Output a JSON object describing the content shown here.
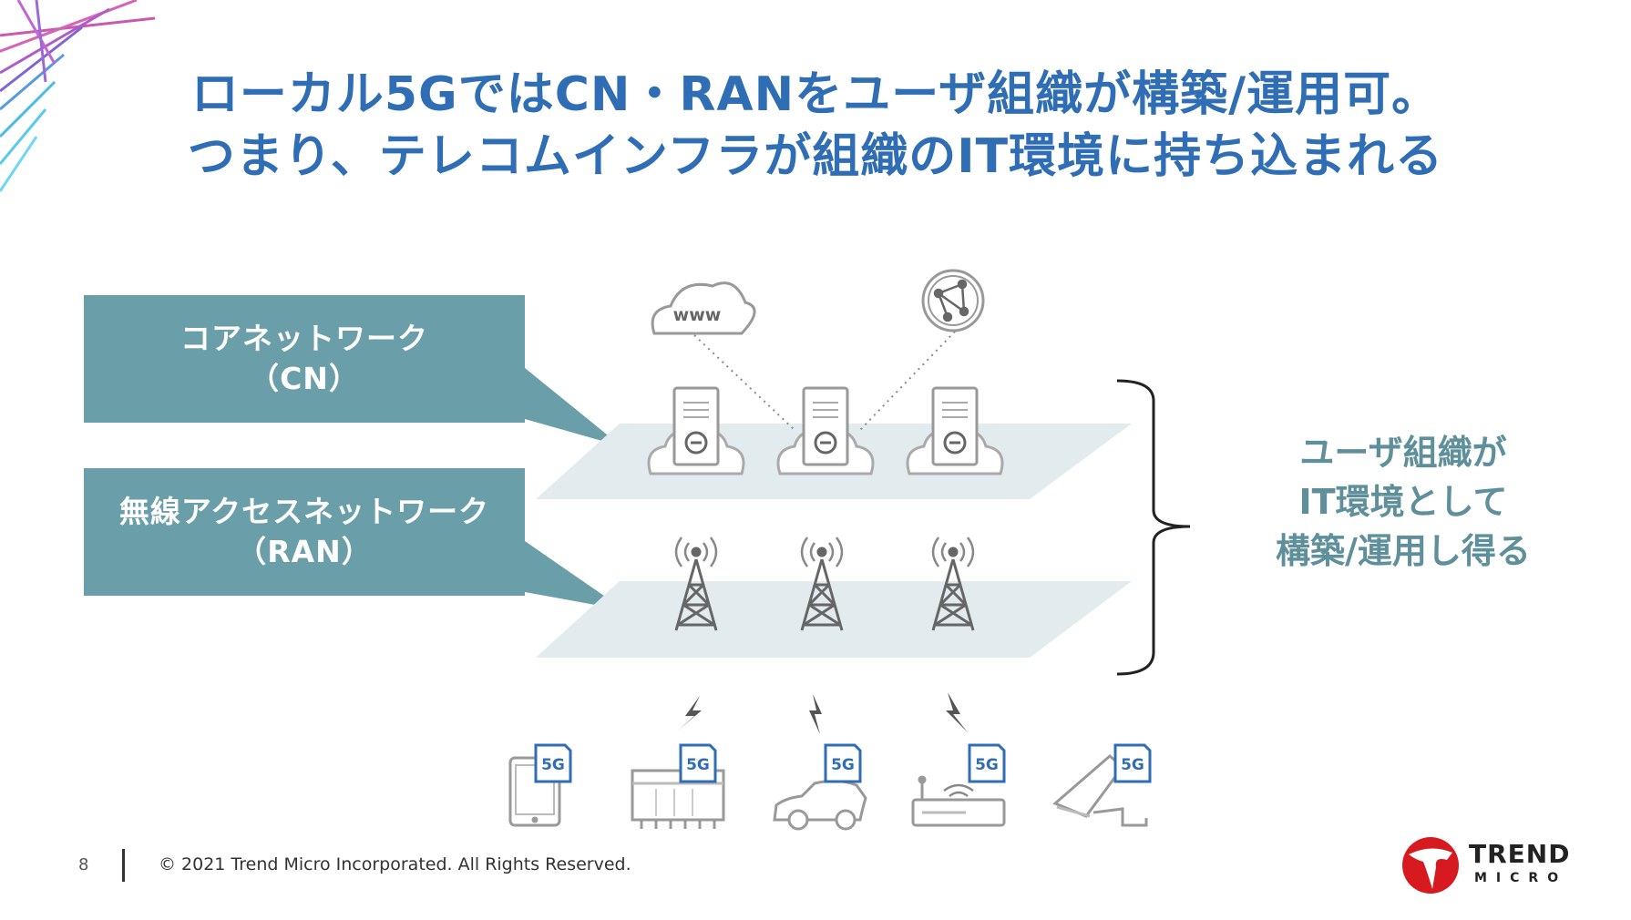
{
  "title": {
    "line1": "ローカル5GではCN・RANをユーザ組織が構築/運用可。",
    "line2": "つまり、テレコムインフラが組織のIT環境に持ち込まれる"
  },
  "labels": {
    "cn_line1": "コアネットワーク",
    "cn_line2": "（CN）",
    "ran_line1": "無線アクセスネットワーク",
    "ran_line2": "（RAN）"
  },
  "side_text": {
    "line1": "ユーザ組織が",
    "line2": "IT環境として",
    "line3": "構築/運用し得る"
  },
  "icons": {
    "cloud_text": "www",
    "sim_text": "5G"
  },
  "colors": {
    "title": "#2f6db5",
    "label_box": "#6a9ea9",
    "side_text": "#5e8f9a",
    "plane": "#e2ebee",
    "sim": "#2f6db5"
  },
  "footer": {
    "page_number": "8",
    "copyright": "© 2021 Trend Micro Incorporated. All Rights Reserved."
  },
  "logo": {
    "line1": "TREND",
    "line2": "MICRO"
  }
}
